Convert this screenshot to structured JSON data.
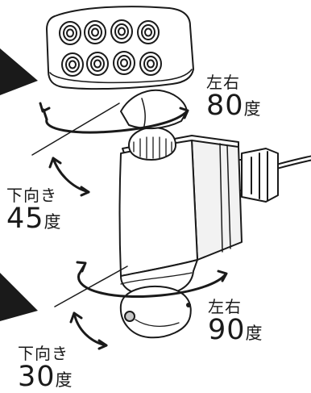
{
  "labels": {
    "pan_top": {
      "direction": "左右",
      "value": "80",
      "unit": "度"
    },
    "tilt_top": {
      "direction": "下向き",
      "value": "45",
      "unit": "度"
    },
    "pan_bottom": {
      "direction": "左右",
      "value": "90",
      "unit": "度"
    },
    "tilt_bottom": {
      "direction": "下向き",
      "value": "30",
      "unit": "度"
    }
  },
  "colors": {
    "line": "#1a1a1a",
    "body_fill": "#ffffff",
    "shade": "#c8c8c8"
  }
}
